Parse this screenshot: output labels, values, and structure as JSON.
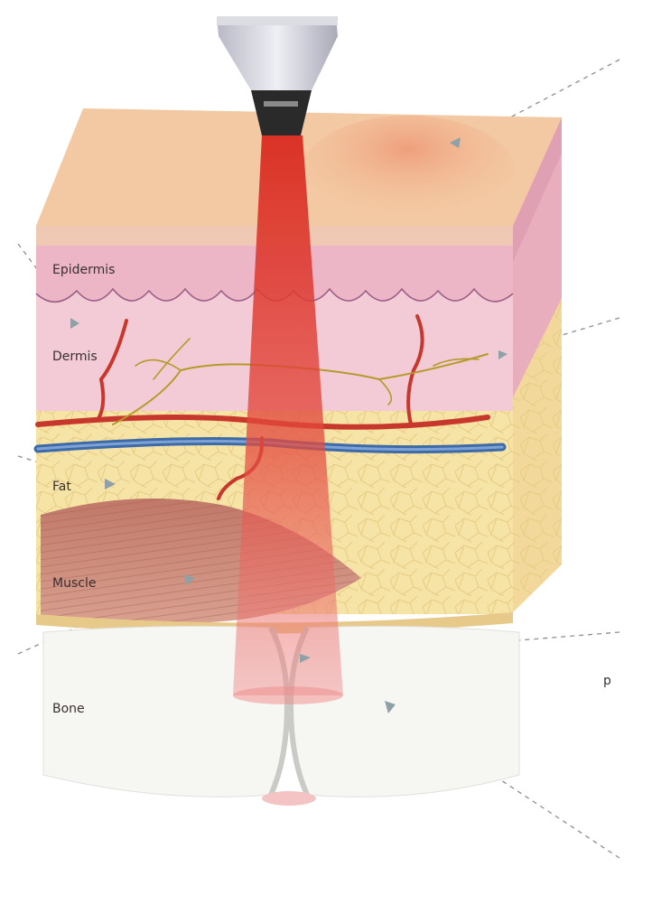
{
  "labels": {
    "epidermis": "Epidermis",
    "dermis": "Dermis",
    "fat": "Fat",
    "muscle": "Muscle",
    "bone": "Bone",
    "cut_off_letter": "p"
  },
  "colors": {
    "skin_top": "#f3c9a3",
    "epidermis": "#ecb6c6",
    "dermis": "#f3cbd6",
    "fat": "#f6e3a6",
    "fat_cell_lines": "#e8cf86",
    "muscle": "#c98676",
    "bone": "#f6f6f3",
    "laser_beam": "#d92a20",
    "artery": "#c8372c",
    "vein": "#3d6aa8",
    "nerve": "#b59a2a",
    "probe_body": "#cfcfd8",
    "probe_tip": "#2a2a2a",
    "leader_lines": "#8e8e8e"
  }
}
